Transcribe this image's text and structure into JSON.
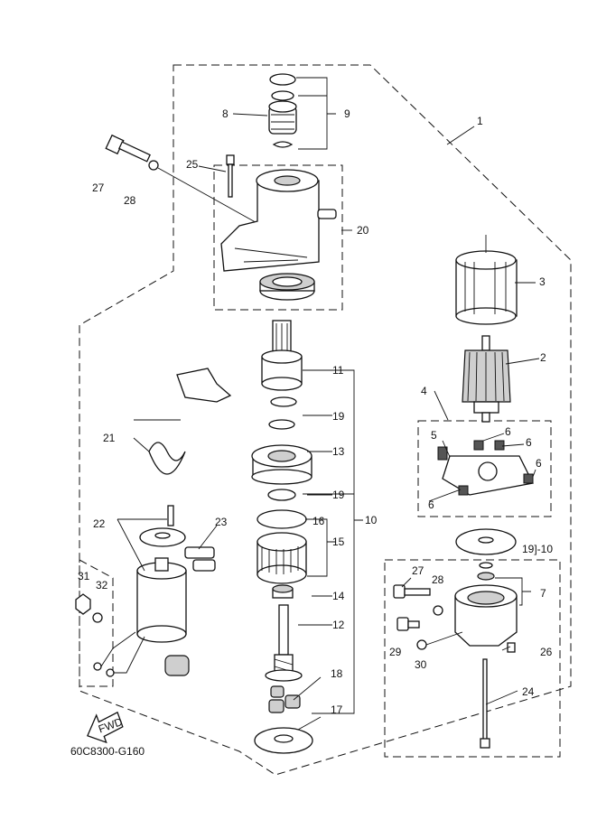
{
  "diagram": {
    "code": "60C8300-G160",
    "fwd_label": "FWD",
    "callouts": [
      {
        "id": "c1",
        "text": "1"
      },
      {
        "id": "c2",
        "text": "2"
      },
      {
        "id": "c3",
        "text": "3"
      },
      {
        "id": "c4",
        "text": "4"
      },
      {
        "id": "c5",
        "text": "5"
      },
      {
        "id": "c6a",
        "text": "6"
      },
      {
        "id": "c6b",
        "text": "6"
      },
      {
        "id": "c6c",
        "text": "6"
      },
      {
        "id": "c6d",
        "text": "6"
      },
      {
        "id": "c7",
        "text": "7"
      },
      {
        "id": "c8",
        "text": "8"
      },
      {
        "id": "c9",
        "text": "9"
      },
      {
        "id": "c10a",
        "text": "10"
      },
      {
        "id": "c10b",
        "text": "19]-10"
      },
      {
        "id": "c11",
        "text": "11"
      },
      {
        "id": "c12",
        "text": "12"
      },
      {
        "id": "c13",
        "text": "13"
      },
      {
        "id": "c14",
        "text": "14"
      },
      {
        "id": "c15",
        "text": "15"
      },
      {
        "id": "c16",
        "text": "16"
      },
      {
        "id": "c17",
        "text": "17"
      },
      {
        "id": "c18",
        "text": "18"
      },
      {
        "id": "c19a",
        "text": "19"
      },
      {
        "id": "c19b",
        "text": "19"
      },
      {
        "id": "c20",
        "text": "20"
      },
      {
        "id": "c21",
        "text": "21"
      },
      {
        "id": "c22",
        "text": "22"
      },
      {
        "id": "c23",
        "text": "23"
      },
      {
        "id": "c24",
        "text": "24"
      },
      {
        "id": "c25",
        "text": "25"
      },
      {
        "id": "c26",
        "text": "26"
      },
      {
        "id": "c27a",
        "text": "27"
      },
      {
        "id": "c27b",
        "text": "27"
      },
      {
        "id": "c28a",
        "text": "28"
      },
      {
        "id": "c28b",
        "text": "28"
      },
      {
        "id": "c29",
        "text": "29"
      },
      {
        "id": "c30",
        "text": "30"
      },
      {
        "id": "c31",
        "text": "31"
      },
      {
        "id": "c32",
        "text": "32"
      }
    ]
  }
}
